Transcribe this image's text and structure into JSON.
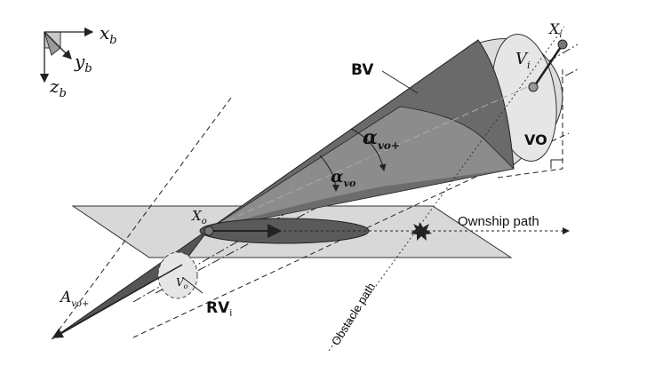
{
  "axes": {
    "x": "x",
    "x_sub": "b",
    "y": "y",
    "y_sub": "b",
    "z": "z",
    "z_sub": "b"
  },
  "labels": {
    "bv": "BV",
    "vo": "VO",
    "alpha_vo_plus": "α",
    "alpha_vo_plus_sub": "vo+",
    "alpha_vo": "α",
    "alpha_vo_sub": "vo",
    "x_o": "X",
    "x_o_sub": "o",
    "x_i": "X",
    "x_i_sub": "i",
    "v_i": "V",
    "v_i_sub": "i",
    "v_o": "V",
    "v_o_sub": "o",
    "a_vo_plus": "A",
    "a_vo_plus_sub": "vo+",
    "rv": "RV",
    "rv_sub": "i",
    "ownship_path": "Ownship path",
    "obstacle_path": "Obstacle path"
  },
  "colors": {
    "cone_dark": "#6a6a6a",
    "cone_mid": "#8c8c8c",
    "cone_light": "#dcdcdc",
    "plane": "#d8d8d8",
    "line": "#222222"
  }
}
